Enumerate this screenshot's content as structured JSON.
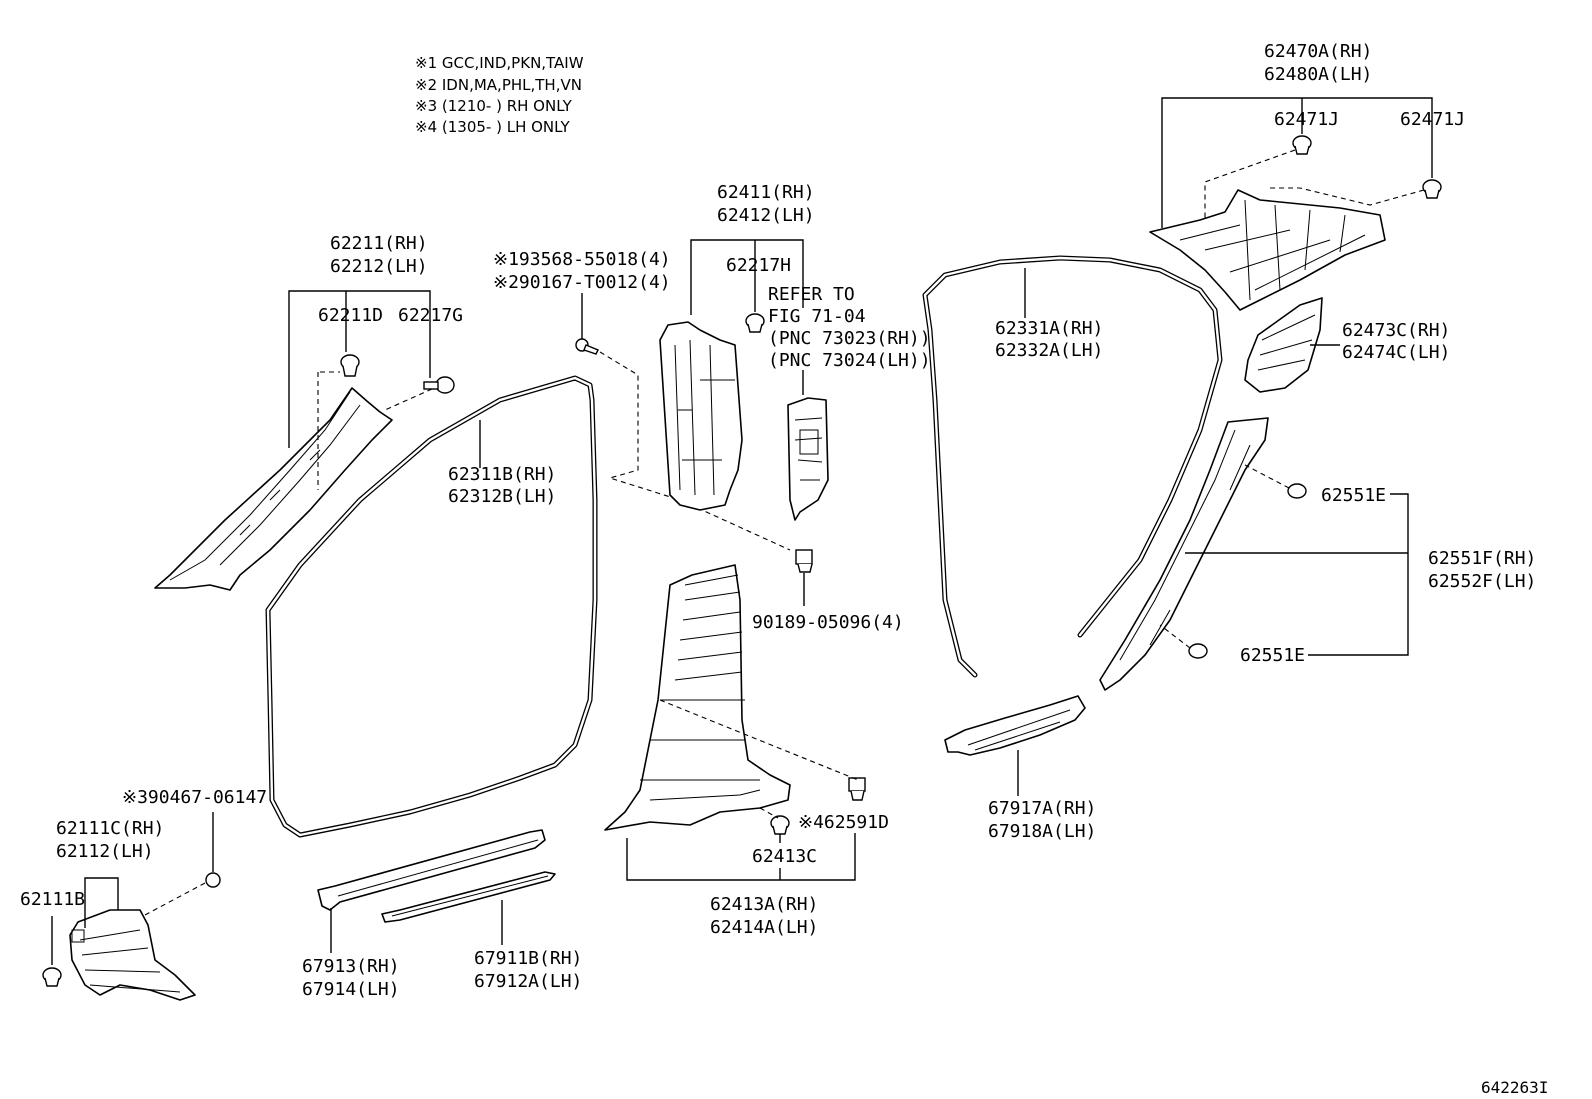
{
  "notes": [
    "※1 GCC,IND,PKN,TAIW",
    "※2 IDN,MA,PHL,TH,VN",
    "※3 (1210-      ) RH ONLY",
    "※4 (1305-      ) LH ONLY"
  ],
  "labels": {
    "p62211_rh": "62211(RH)",
    "p62212_lh": "62212(LH)",
    "p62211d": "62211D",
    "p62217g": "62217G",
    "p93568": "※193568-55018(4)",
    "p90167": "※290167-T0012(4)",
    "p62411_rh": "62411(RH)",
    "p62412_lh": "62412(LH)",
    "p62217h": "62217H",
    "refer_1": "REFER TO",
    "refer_2": "FIG 71-04",
    "refer_3": "(PNC 73023(RH))",
    "refer_4": "(PNC 73024(LH))",
    "p62311b_rh": "62311B(RH)",
    "p62312b_lh": "62312B(LH)",
    "p90189": "90189-05096(4)",
    "p62331a_rh": "62331A(RH)",
    "p62332a_lh": "62332A(LH)",
    "p62470a_rh": "62470A(RH)",
    "p62480a_lh": "62480A(LH)",
    "p62471j_a": "62471J",
    "p62471j_b": "62471J",
    "p62473c_rh": "62473C(RH)",
    "p62474c_lh": "62474C(LH)",
    "p62551e_a": "62551E",
    "p62551f_rh": "62551F(RH)",
    "p62552f_lh": "62552F(LH)",
    "p62551e_b": "62551E",
    "p90467": "※390467-06147",
    "p62111c_rh": "62111C(RH)",
    "p62112_lh": "62112(LH)",
    "p62111b": "62111B",
    "p62591d": "※462591D",
    "p62413c": "62413C",
    "p62413a_rh": "62413A(RH)",
    "p62414a_lh": "62414A(LH)",
    "p67913_rh": "67913(RH)",
    "p67914_lh": "67914(LH)",
    "p67911b_rh": "67911B(RH)",
    "p67912a_lh": "67912A(LH)",
    "p67917a_rh": "67917A(RH)",
    "p67918a_lh": "67918A(LH)",
    "figure_id": "642263I"
  }
}
